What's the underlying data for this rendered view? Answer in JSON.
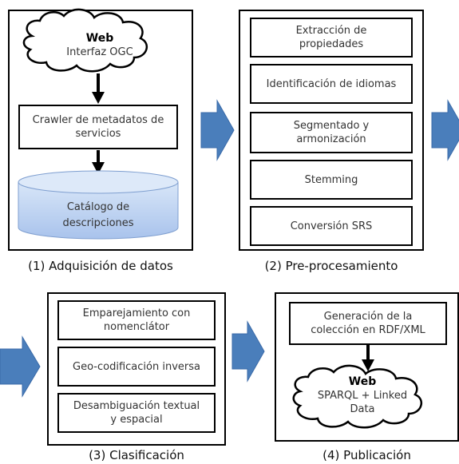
{
  "panel1": {
    "cloud_title": "Web",
    "cloud_subtitle": "Interfaz OGC",
    "crawler": [
      "Crawler de metadatos de",
      "servicios"
    ],
    "catalog": [
      "Catálogo de",
      "descripciones"
    ],
    "caption": "(1) Adquisición de datos"
  },
  "panel2": {
    "steps": [
      [
        "Extracción de",
        "propiedades"
      ],
      [
        "Identificación de idiomas"
      ],
      [
        "Segmentado y",
        "armonización"
      ],
      [
        "Stemming"
      ],
      [
        "Conversión SRS"
      ]
    ],
    "caption": "(2) Pre-procesamiento"
  },
  "panel3": {
    "steps": [
      [
        "Emparejamiento con",
        "nomenclátor"
      ],
      [
        "Geo-codificación inversa"
      ],
      [
        "Desambiguación textual",
        "y espacial"
      ]
    ],
    "caption": "(3) Clasificación"
  },
  "panel4": {
    "generation": [
      "Generación de la",
      "colección en RDF/XML"
    ],
    "cloud_title": "Web",
    "cloud_subtitle": [
      "SPARQL + Linked",
      "Data"
    ],
    "caption": "(4) Publicación"
  },
  "colors": {
    "arrow_fill": "#4a7ebb",
    "cylinder_fill": "#b9cff0",
    "cylinder_top": "#d8e6f8"
  }
}
